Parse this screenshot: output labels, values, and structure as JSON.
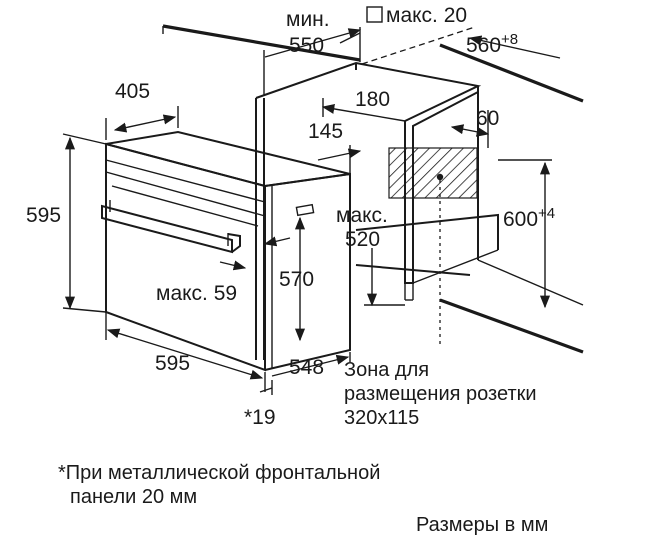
{
  "labels": {
    "min_word": "мин.",
    "max_word_top": "макс. 20",
    "dim_550": "550",
    "dim_560": "560",
    "dim_560_sup": "+8",
    "dim_405": "405",
    "dim_180": "180",
    "dim_145": "145",
    "dim_60": "60",
    "dim_595_left": "595",
    "dim_max_520_word": "макс.",
    "dim_520": "520",
    "dim_600": "600",
    "dim_600_sup": "+4",
    "dim_570": "570",
    "dim_max_59": "макс. 59",
    "dim_595_bottom": "595",
    "dim_548": "548",
    "dim_19": "*19"
  },
  "socket_zone": {
    "line1": "Зона для",
    "line2": "размещения розетки",
    "line3": "320x115"
  },
  "footnote": {
    "line1": "*При металлической фронтальной",
    "line2": "панели 20 мм"
  },
  "units_note": "Размеры в мм"
}
